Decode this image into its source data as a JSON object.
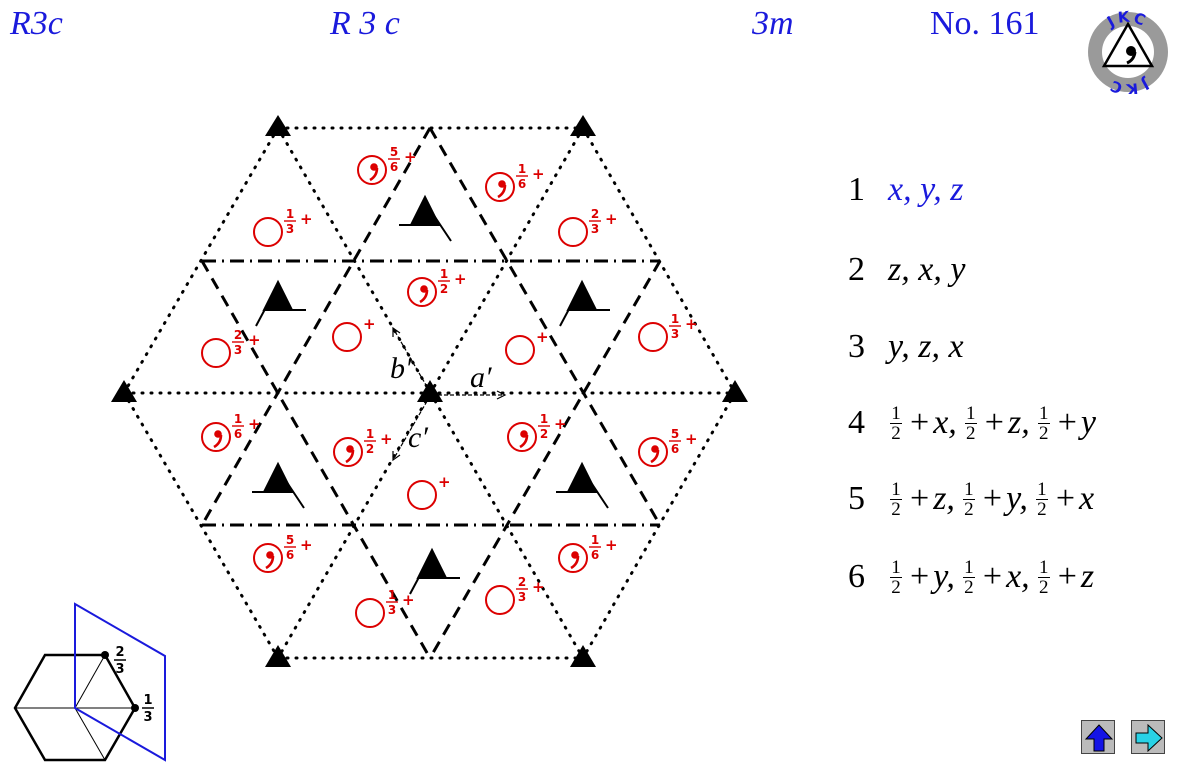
{
  "header": {
    "short_symbol": "R3c",
    "full_symbol": "R 3 c",
    "point_group": "3m",
    "number": "No. 161"
  },
  "logo": {
    "text_top": "JKC",
    "text_bottom": "JKC"
  },
  "axes": {
    "a": "a′",
    "b": "b′",
    "c": "c′"
  },
  "heights": {
    "third": [
      "1",
      "3"
    ],
    "two_thirds": [
      "2",
      "3"
    ],
    "sixth": [
      "1",
      "6"
    ],
    "five_sixths": [
      "5",
      "6"
    ],
    "half": [
      "1",
      "2"
    ],
    "plus": "+"
  },
  "mini_labels": {
    "top": [
      "2",
      "3"
    ],
    "side": [
      "1",
      "3"
    ]
  },
  "positions": [
    {
      "num": "1",
      "text": "x, y, z"
    },
    {
      "num": "2",
      "text": "z, x, y"
    },
    {
      "num": "3",
      "text": "y, z, x"
    },
    {
      "num": "4",
      "terms": [
        "x,",
        "z,",
        "y"
      ]
    },
    {
      "num": "5",
      "terms": [
        "z,",
        "y,",
        "x"
      ]
    },
    {
      "num": "6",
      "terms": [
        "y,",
        "x,",
        "z"
      ]
    }
  ],
  "fraction_half": [
    "1",
    "2"
  ],
  "colors": {
    "header": "#1a1adc",
    "symbol": "#dc0000",
    "nav_up": "#1414e6",
    "nav_next": "#28d2e6"
  },
  "nav": {
    "up_icon": "arrow-up-icon",
    "next_icon": "arrow-right-icon"
  }
}
